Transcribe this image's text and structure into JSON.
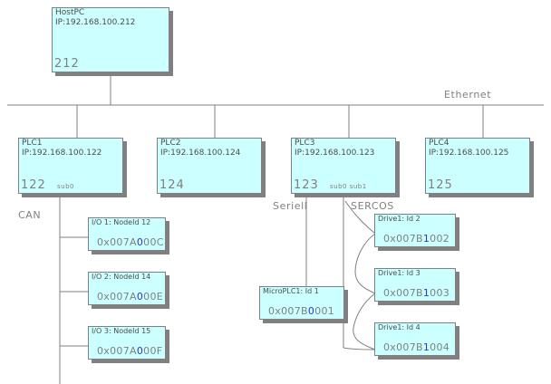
{
  "diagram": {
    "bus_labels": {
      "ethernet": "Ethernet",
      "can": "CAN",
      "seriell": "Seriell",
      "sercos": "SERCOS"
    },
    "colors": {
      "node_fill": "#ccffff",
      "node_border": "#808080",
      "shadow": "#808080",
      "text": "#4d4d4d",
      "big_number": "#808080",
      "hex_highlight": "#3333cc",
      "wire": "#808080",
      "background": "#ffffff"
    },
    "host": {
      "name": "HostPC",
      "ip": "IP:192.168.100.212",
      "number": "212"
    },
    "plcs": [
      {
        "name": "PLC1",
        "ip": "IP:192.168.100.122",
        "number": "122",
        "subs": "sub0"
      },
      {
        "name": "PLC2",
        "ip": "IP:192.168.100.124",
        "number": "124",
        "subs": ""
      },
      {
        "name": "PLC3",
        "ip": "IP:192.168.100.123",
        "number": "123",
        "subs": "sub0 sub1"
      },
      {
        "name": "PLC4",
        "ip": "IP:192.168.100.125",
        "number": "125",
        "subs": ""
      }
    ],
    "io_nodes": [
      {
        "title": "I/O 1: NodeId 12",
        "hex_prefix": "0x007A",
        "hex_highlight": "0",
        "hex_suffix": "00C"
      },
      {
        "title": "I/O 2: NodeId 14",
        "hex_prefix": "0x007A",
        "hex_highlight": "0",
        "hex_suffix": "00E"
      },
      {
        "title": "I/O 3: NodeId 15",
        "hex_prefix": "0x007A",
        "hex_highlight": "0",
        "hex_suffix": "00F"
      }
    ],
    "micro_plc": {
      "title": "MicroPLC1: Id 1",
      "hex_prefix": "0x007B",
      "hex_highlight": "0",
      "hex_suffix": "001"
    },
    "drives": [
      {
        "title": "Drive1: Id 2",
        "hex_prefix": "0x007B",
        "hex_highlight": "1",
        "hex_suffix": "002"
      },
      {
        "title": "Drive1: Id 3",
        "hex_prefix": "0x007B",
        "hex_highlight": "1",
        "hex_suffix": "003"
      },
      {
        "title": "Drive1: Id 4",
        "hex_prefix": "0x007B",
        "hex_highlight": "1",
        "hex_suffix": "004"
      }
    ]
  }
}
